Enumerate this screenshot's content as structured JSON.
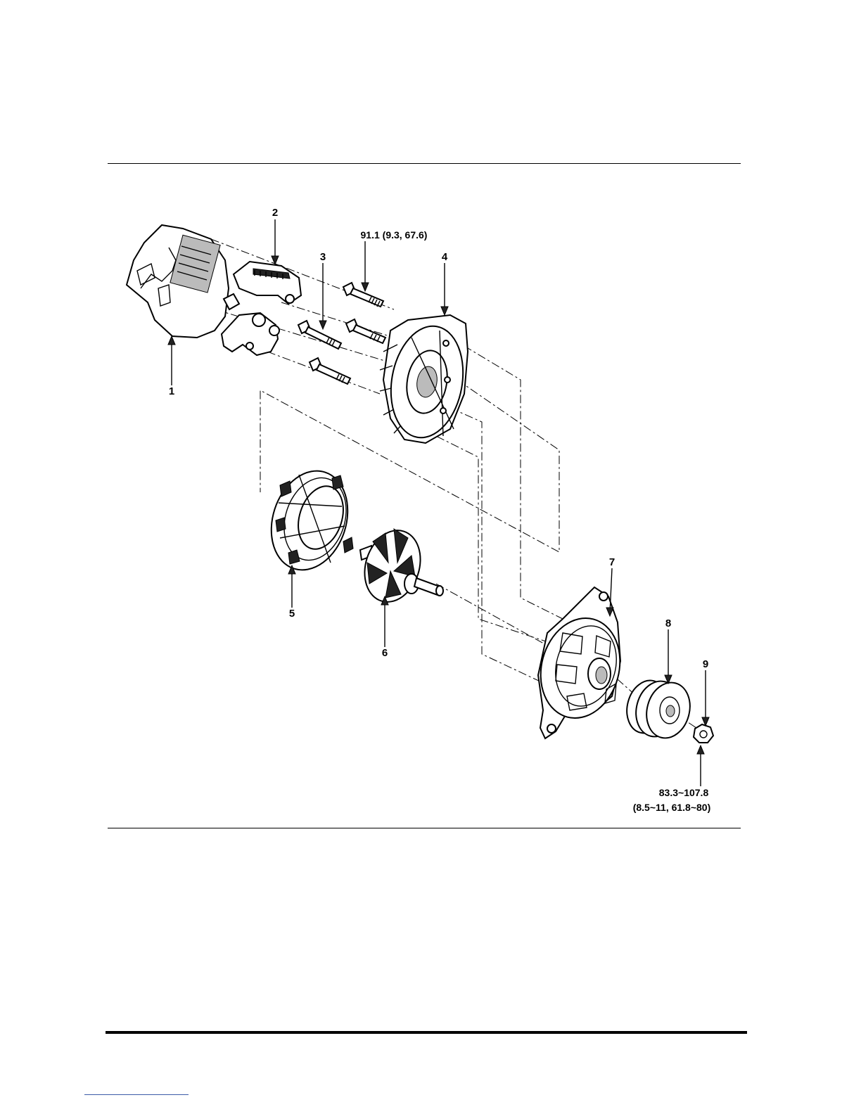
{
  "diagram": {
    "callouts": {
      "c1": "1",
      "c2": "2",
      "c3": "3",
      "c4": "4",
      "c5": "5",
      "c6": "6",
      "c7": "7",
      "c8": "8",
      "c9": "9"
    },
    "torque_bolt": "91.1 (9.3, 67.6)",
    "torque_nut_line1": "83.3~107.8",
    "torque_nut_line2": "(8.5~11, 61.8~80)"
  }
}
